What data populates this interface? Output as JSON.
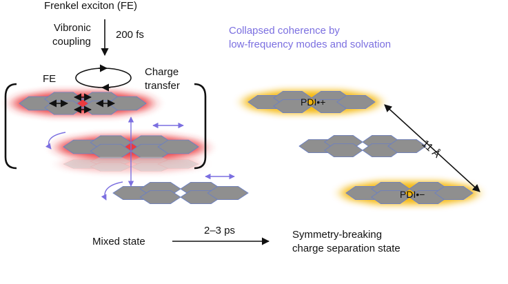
{
  "labels": {
    "frenkel_exciton": "Frenkel exciton (FE)",
    "vibronic_line1": "Vibronic",
    "vibronic_line2": "coupling",
    "time_fs": "200 fs",
    "fe": "FE",
    "charge_line1": "Charge",
    "charge_line2": "transfer",
    "collapsed_line1": "Collapsed coherence by",
    "collapsed_line2": "low-frequency modes and solvation",
    "pdi_plus": "PDI•+",
    "pdi_minus": "PDI•−",
    "distance": "11 Å",
    "mixed_state": "Mixed state",
    "time_ps": "2–3 ps",
    "sbcs_line1": "Symmetry-breaking",
    "sbcs_line2": "charge separation state"
  },
  "colors": {
    "molecule_fill": "#8f8f8f",
    "molecule_edge": "#6a7fc4",
    "exciton_glow": "#e8262b",
    "charge_glow": "#f4b400",
    "accent_arrow": "#7b6fe0",
    "text": "#111111"
  }
}
